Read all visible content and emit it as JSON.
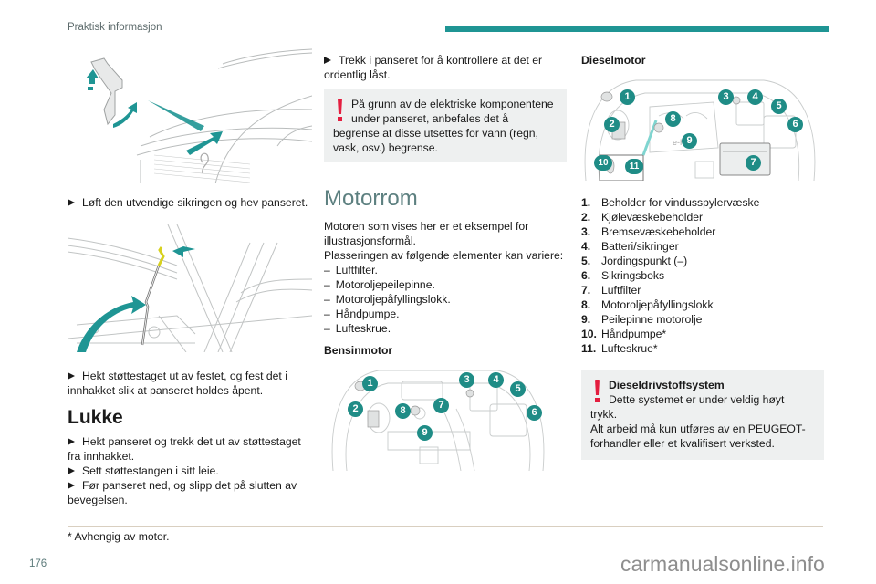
{
  "header": {
    "section_title": "Praktisk informasjon",
    "accent_color": "#1f9594"
  },
  "column1": {
    "step_lift": "Løft den utvendige sikringen og hev panseret.",
    "step_hook": "Hekt støttestaget ut av festet, og fest det i innhakket slik at panseret holdes åpent.",
    "lukke_heading": "Lukke",
    "lukke_steps": [
      "Hekt panseret og trekk det ut av støttestaget fra innhakket.",
      "Sett støttestangen i sitt leie.",
      "Før panseret ned, og slipp det på slutten av bevegelsen."
    ]
  },
  "column2": {
    "step_pull": "Trekk i panseret for å kontrollere at det er ordentlig låst.",
    "warning": {
      "line1": "På grunn av de elektriske komponentene under panseret, anbefales det å",
      "line2": "begrense at disse utsettes for vann (regn, vask, osv.) begrense."
    },
    "motorrom_heading": "Motorrom",
    "intro1": "Motoren som vises her er et eksempel for illustrasjonsformål.",
    "intro2": "Plasseringen av følgende elementer kan variere:",
    "variable_items": [
      "Luftfilter.",
      "Motoroljepeilepinne.",
      "Motoroljepåfyllingslokk.",
      "Håndpumpe.",
      "Lufteskrue."
    ],
    "bensin_heading": "Bensinmotor",
    "bensin_badges": [
      "1",
      "2",
      "3",
      "4",
      "5",
      "6",
      "7",
      "8",
      "9"
    ]
  },
  "column3": {
    "diesel_heading": "Dieselmotor",
    "diesel_badges": [
      "1",
      "2",
      "3",
      "4",
      "5",
      "6",
      "7",
      "8",
      "9",
      "10",
      "11"
    ],
    "diesel_engine_label": "e-HDi",
    "legend": [
      {
        "num": "1.",
        "label": "Beholder for vindusspylervæske"
      },
      {
        "num": "2.",
        "label": "Kjølevæskebeholder"
      },
      {
        "num": "3.",
        "label": "Bremsevæskebeholder"
      },
      {
        "num": "4.",
        "label": "Batteri/sikringer"
      },
      {
        "num": "5.",
        "label": "Jordingspunkt (–)"
      },
      {
        "num": "6.",
        "label": "Sikringsboks"
      },
      {
        "num": "7.",
        "label": "Luftfilter"
      },
      {
        "num": "8.",
        "label": "Motoroljepåfyllingslokk"
      },
      {
        "num": "9.",
        "label": "Peilepinne motorolje"
      },
      {
        "num": "10.",
        "label": "Håndpumpe*"
      },
      {
        "num": "11.",
        "label": "Lufteskrue*"
      }
    ],
    "warning": {
      "title": "Dieseldrivstoffsystem",
      "line1": "Dette systemet er under veldig høyt",
      "line2": "trykk.",
      "line3": "Alt arbeid må kun utføres av en PEUGEOT-forhandler eller et kvalifisert verksted."
    }
  },
  "footer": {
    "footnote": "* Avhengig av motor.",
    "page_number": "176",
    "watermark": "carmanualsonline.info"
  }
}
